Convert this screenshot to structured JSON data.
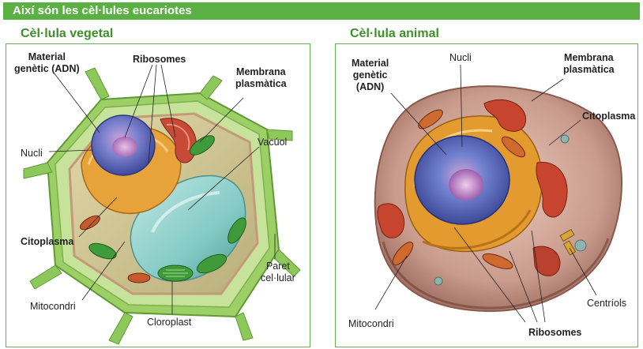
{
  "header": {
    "title": "Així són les cèl·lules eucariotes"
  },
  "plant_panel": {
    "title": "Cèl·lula vegetal",
    "labels": {
      "genetic_material": "Material\ngenètic (ADN)",
      "ribosomes": "Ribosomes",
      "plasma_membrane": "Membrana\nplasmàtica",
      "nucleus": "Nucli",
      "vacuole": "Vacúol",
      "cytoplasm": "Citoplasma",
      "cell_wall": "Paret\ncel·lular",
      "mitochondrion": "Mitocondri",
      "chloroplast": "Cloroplast"
    }
  },
  "animal_panel": {
    "title": "Cèl·lula animal",
    "labels": {
      "genetic_material": "Material\ngenètic\n(ADN)",
      "nucleus": "Nucli",
      "plasma_membrane": "Membrana\nplasmàtica",
      "cytoplasm": "Citoplasma",
      "mitochondrion": "Mitocondri",
      "centrioles": "Centríols",
      "ribosomes": "Ribosomes"
    }
  },
  "colors": {
    "header_green": "#5bb044",
    "title_green": "#3f8f2a",
    "cell_wall_green": "#8cc85a",
    "vacuole_teal": "#8fd0cc",
    "nucleus_blue": "#6f7fc8",
    "golgi_orange": "#e0952e",
    "animal_cytoplasm": "#c99b8c"
  }
}
